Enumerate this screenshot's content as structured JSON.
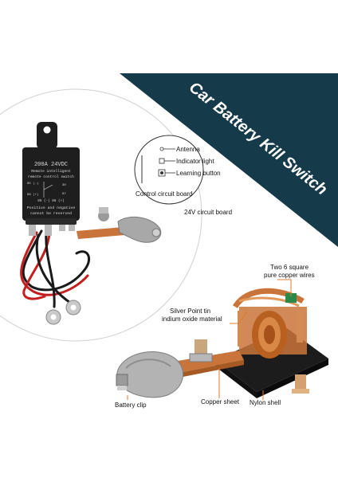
{
  "banner": {
    "title": "Car Battery Kill Switch",
    "color": "#153a4a"
  },
  "relay": {
    "line1": "200A 24VDC",
    "line2": "Remote intelligent",
    "line3": "remote control switch",
    "pin_85_top": "85 (-)",
    "pin_30": "30",
    "pin_86_left": "86 (+)",
    "pin_87": "87",
    "pins_bottom": "85 (-)    86 (+)",
    "warning1": "Positive and negative",
    "warning2": "cannot be reversed"
  },
  "circuit_board": {
    "caption": "Control circuit board",
    "items": [
      "Antenna",
      "Indicator light",
      "Learning button"
    ]
  },
  "voltage_label": "24V circuit board",
  "annotations": {
    "copper_wires": [
      "Two 6 square",
      "pure copper wires"
    ],
    "silver_point": [
      "Silver Point tin",
      "indium oxide material"
    ],
    "battery_clip": "Battery clip",
    "copper_sheet": "Copper sheet",
    "nylon_shell": "Nylon shell"
  },
  "colors": {
    "copper": "#c8743a",
    "orange_line": "#e07a2a",
    "relay_body": "#1e1e1e"
  }
}
